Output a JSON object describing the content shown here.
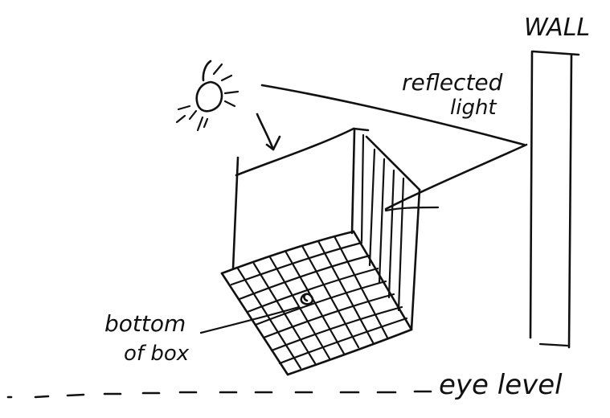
{
  "labels": {
    "wall": "WALL",
    "reflected_light_line1": "reflected",
    "reflected_light_line2": "light",
    "bottom_of_box_line1": "bottom",
    "bottom_of_box_line2": "of box",
    "eye_level": "eye level"
  },
  "ink_color": "#111111",
  "background_color": "#ffffff"
}
